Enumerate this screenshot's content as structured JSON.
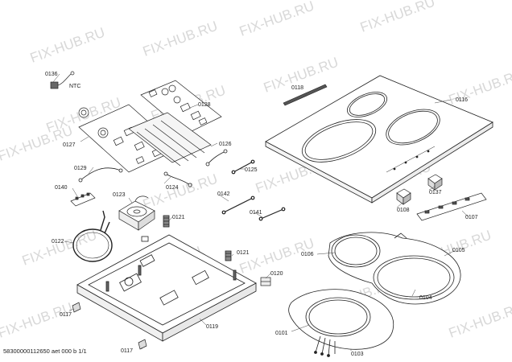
{
  "watermark": "FIX-HUB.RU",
  "footer_text": "58300000112650 aet 000 b 1/1",
  "part_labels": {
    "p0136": "0136",
    "ntc": "NTC",
    "p0118": "0118",
    "p0116": "0116",
    "p0128": "0128",
    "p0127": "0127",
    "p0126": "0126",
    "p0129": "0129",
    "p0125": "0125",
    "p0124": "0124",
    "p0140": "0140",
    "p0123": "0123",
    "p0142": "0142",
    "p0108": "0108",
    "p0137": "0137",
    "p0121a": "0121",
    "p0141": "0141",
    "p0107": "0107",
    "p0122": "0122",
    "p0121b": "0121",
    "p0106": "0106",
    "p0105": "0105",
    "p0120": "0120",
    "p0104": "0104",
    "p0117a": "0117",
    "p0119": "0119",
    "p0101": "0101",
    "p0117b": "0117",
    "p0103": "0103"
  }
}
